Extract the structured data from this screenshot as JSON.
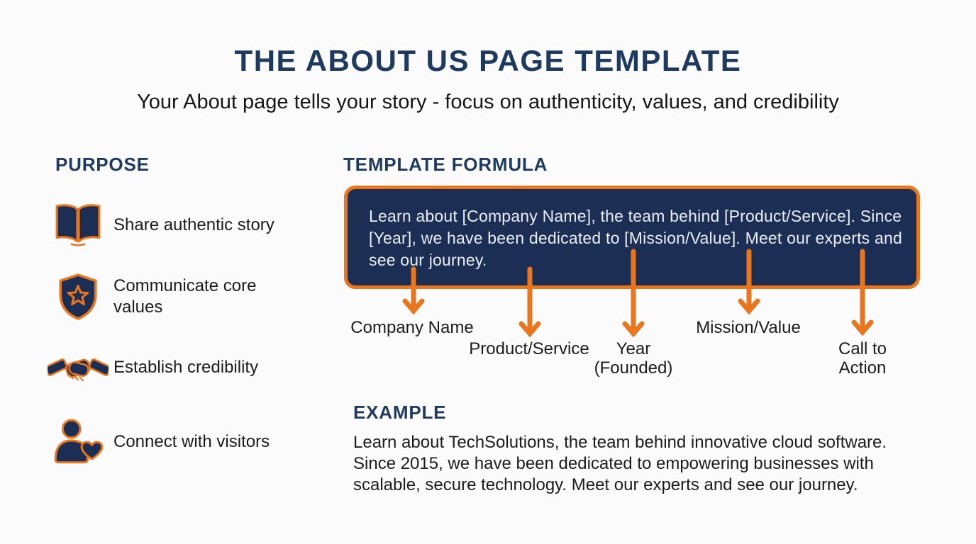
{
  "page": {
    "title": "THE ABOUT US PAGE TEMPLATE",
    "subtitle": "Your About page tells your story - focus on authenticity, values, and credibility"
  },
  "colors": {
    "heading_navy": "#1e3a5f",
    "box_navy": "#1c2e53",
    "accent_orange": "#e8761e",
    "body_text": "#1c1c1c",
    "box_text": "#e9eff7",
    "background": "#fbfbfc"
  },
  "purpose": {
    "heading": "PURPOSE",
    "items": [
      {
        "icon": "open-book-icon",
        "label": "Share authentic story"
      },
      {
        "icon": "shield-star-icon",
        "label": "Communicate core values"
      },
      {
        "icon": "handshake-icon",
        "label": "Establish credibility"
      },
      {
        "icon": "person-heart-icon",
        "label": "Connect with visitors"
      }
    ]
  },
  "formula": {
    "heading": "TEMPLATE FORMULA",
    "text": "Learn about [Company Name], the team behind [Product/Service]. Since [Year], we have been dedicated to [Mission/Value]. Meet our experts and see our journey.",
    "callouts": [
      {
        "label": "Company Name"
      },
      {
        "label": "Product/Service"
      },
      {
        "label": "Year (Founded)"
      },
      {
        "label": "Mission/Value"
      },
      {
        "label": "Call to Action"
      }
    ]
  },
  "example": {
    "heading": "EXAMPLE",
    "text": "Learn about TechSolutions, the team behind innovative cloud software. Since 2015, we have been dedicated to empowering businesses with scalable, secure technology. Meet our experts and see our journey."
  }
}
